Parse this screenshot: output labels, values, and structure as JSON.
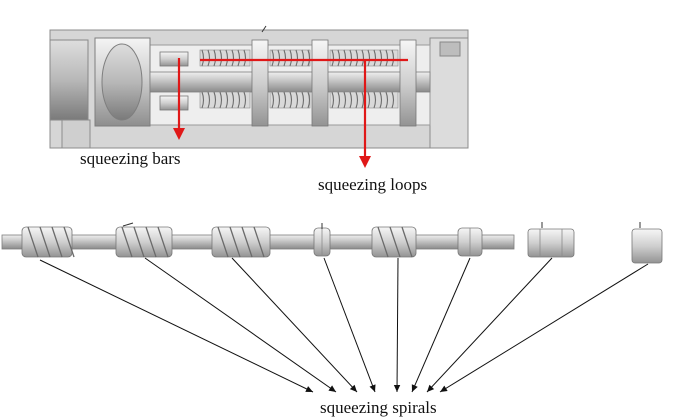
{
  "labels": {
    "squeezing_bars": "squeezing bars",
    "squeezing_loops": "squeezing loops",
    "squeezing_spirals": "squeezing spirals"
  },
  "colors": {
    "pointer_red": "#e01818",
    "leader_black": "#111111",
    "metal_light": "#e6e6e6",
    "metal_mid": "#bdbdbd",
    "metal_dark": "#8a8a8a"
  },
  "spiral_leader_count": 8
}
